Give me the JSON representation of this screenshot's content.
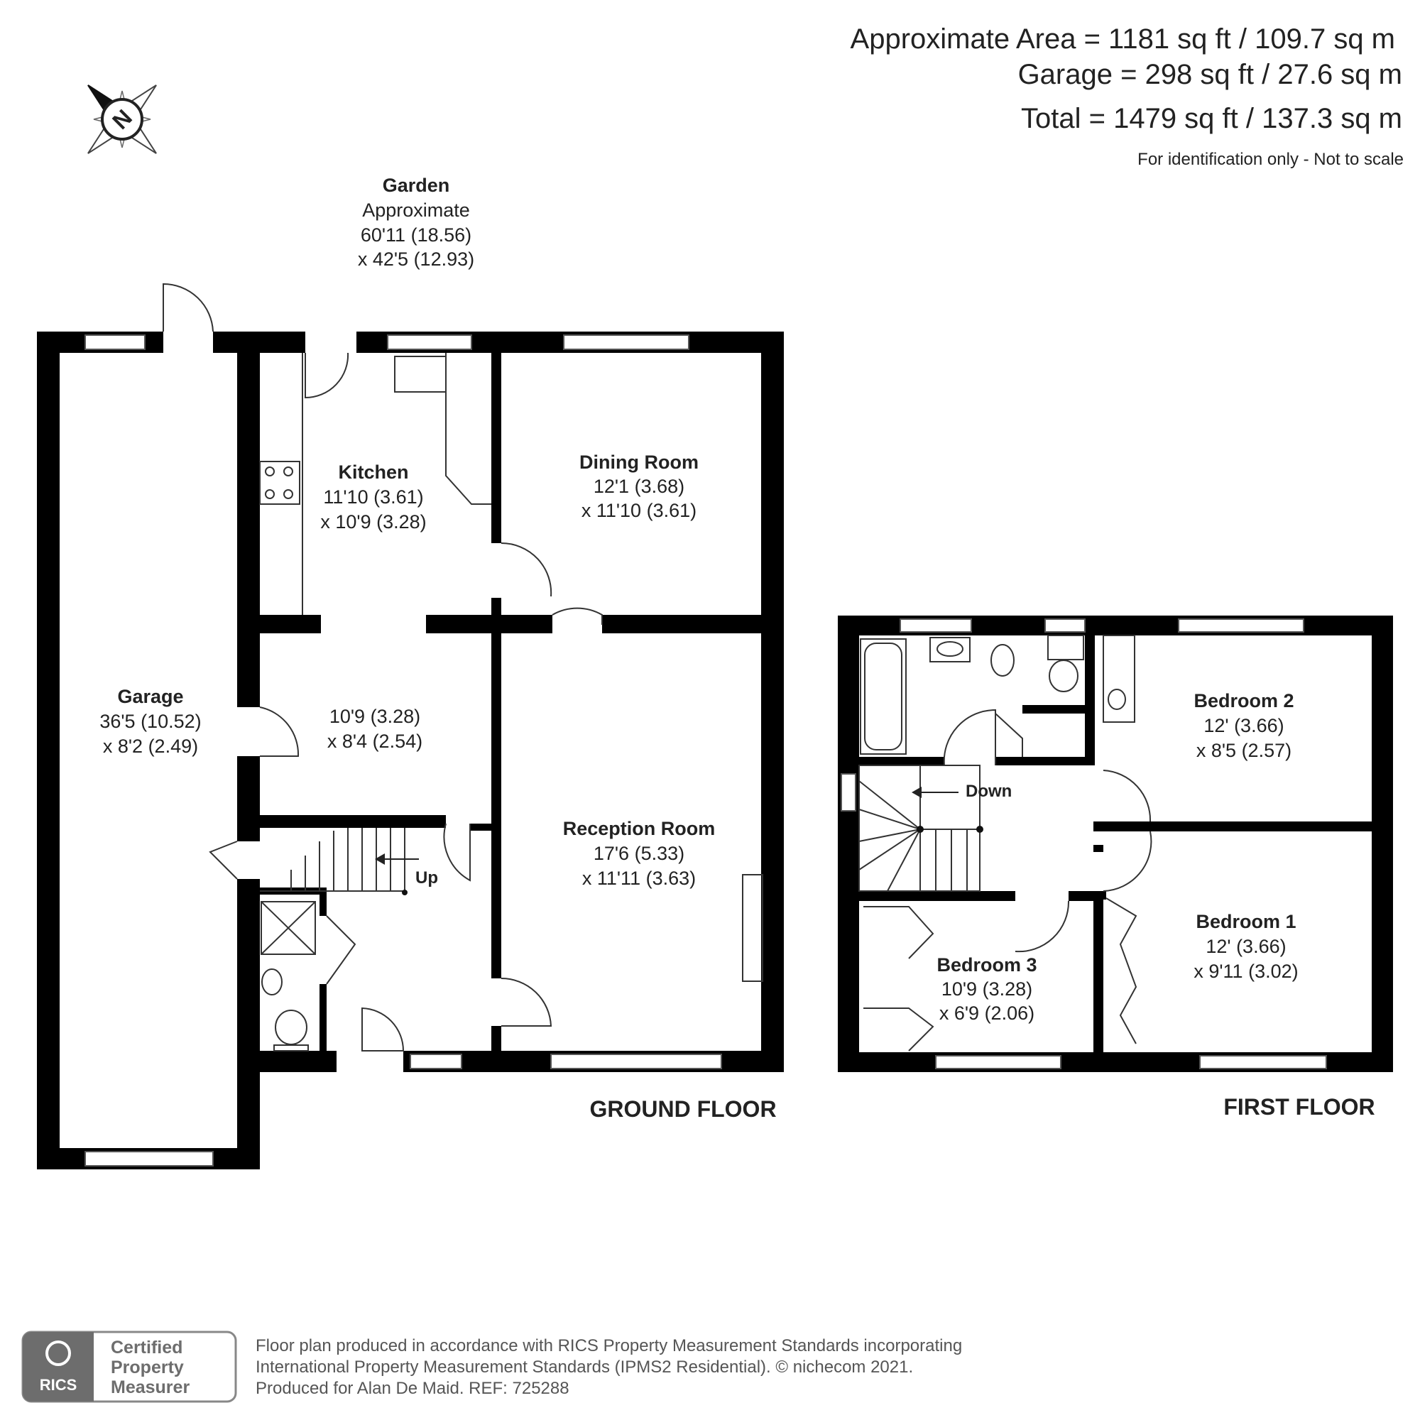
{
  "header": {
    "area_line": "Approximate Area = 1181 sq ft / 109.7 sq m",
    "garage_line": "Garage = 298 sq ft / 27.6 sq m",
    "total_line": "Total = 1479 sq ft / 137.3 sq m",
    "disclaimer": "For identification only - Not to scale"
  },
  "compass": {
    "letter": "N"
  },
  "garden": {
    "name": "Garden",
    "line1": "Approximate",
    "line2": "60'11 (18.56)",
    "line3": "x 42'5 (12.93)"
  },
  "ground_floor": {
    "label": "GROUND FLOOR",
    "rooms": {
      "garage": {
        "name": "Garage",
        "dim1": "36'5 (10.52)",
        "dim2": "x 8'2 (2.49)"
      },
      "kitchen": {
        "name": "Kitchen",
        "dim1": "11'10 (3.61)",
        "dim2": "x 10'9 (3.28)"
      },
      "dining": {
        "name": "Dining Room",
        "dim1": "12'1 (3.68)",
        "dim2": "x 11'10 (3.61)"
      },
      "hall": {
        "dim1": "10'9 (3.28)",
        "dim2": "x 8'4 (2.54)"
      },
      "reception": {
        "name": "Reception Room",
        "dim1": "17'6 (5.33)",
        "dim2": "x 11'11 (3.63)"
      }
    },
    "stairs_label": "Up"
  },
  "first_floor": {
    "label": "FIRST FLOOR",
    "rooms": {
      "bedroom2": {
        "name": "Bedroom 2",
        "dim1": "12' (3.66)",
        "dim2": "x 8'5 (2.57)"
      },
      "bedroom1": {
        "name": "Bedroom 1",
        "dim1": "12' (3.66)",
        "dim2": "x 9'11 (3.02)"
      },
      "bedroom3": {
        "name": "Bedroom 3",
        "dim1": "10'9 (3.28)",
        "dim2": "x 6'9 (2.06)"
      }
    },
    "stairs_label": "Down"
  },
  "footer": {
    "badge_org": "RICS",
    "badge_line1": "Certified",
    "badge_line2": "Property",
    "badge_line3": "Measurer",
    "line1": "Floor plan produced in accordance with RICS Property Measurement Standards incorporating",
    "line2": "International Property Measurement Standards (IPMS2 Residential).   © nichecom 2021.",
    "line3": "Produced for Alan De Maid.   REF: 725288"
  }
}
